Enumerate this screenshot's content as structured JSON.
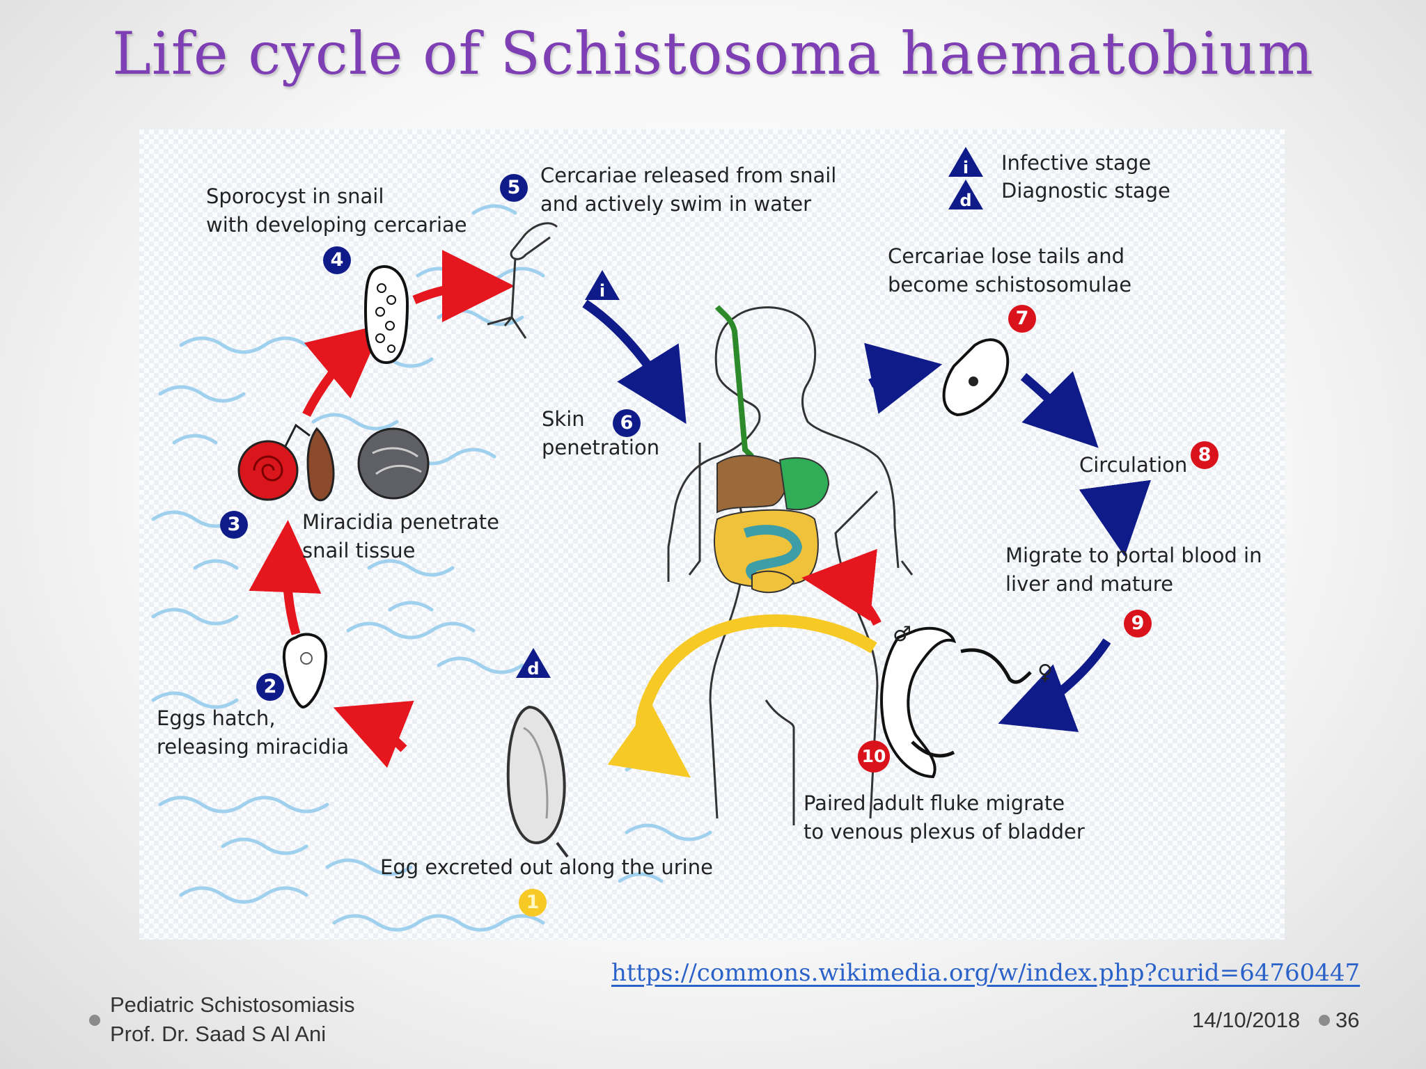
{
  "slide": {
    "title": "Life cycle of Schistosoma haematobium",
    "source_url": "https://commons.wikimedia.org/w/index.php?curid=64760447",
    "footer_line1": "Pediatric Schistosomiasis",
    "footer_line2": "Prof. Dr. Saad S Al Ani",
    "date": "14/10/2018",
    "page_number": "36"
  },
  "legend": {
    "infective_symbol": "i",
    "infective_label": "Infective stage",
    "diagnostic_symbol": "d",
    "diagnostic_label": "Diagnostic stage"
  },
  "stages": [
    {
      "num": "1",
      "lines": [
        "Egg excreted out along the urine"
      ]
    },
    {
      "num": "2",
      "lines": [
        "Eggs hatch,",
        "releasing miracidia"
      ]
    },
    {
      "num": "3",
      "lines": [
        "Miracidia penetrate",
        "snail tissue"
      ]
    },
    {
      "num": "4",
      "lines": [
        "Sporocyst in snail",
        "with developing cercariae"
      ]
    },
    {
      "num": "5",
      "lines": [
        "Cercariae released from snail",
        "and actively swim in water"
      ]
    },
    {
      "num": "6",
      "lines": [
        "Skin",
        "penetration"
      ]
    },
    {
      "num": "7",
      "lines": [
        "Cercariae lose tails and",
        "become schistosomulae"
      ]
    },
    {
      "num": "8",
      "lines": [
        "Circulation"
      ]
    },
    {
      "num": "9",
      "lines": [
        "Migrate to portal blood in",
        "liver and mature"
      ]
    },
    {
      "num": "10",
      "lines": [
        "Paired adult fluke migrate",
        "to venous plexus of bladder"
      ]
    }
  ],
  "colors": {
    "title": "#7d3fb3",
    "human_cycle": "#101b8a",
    "human_stage_badge": "#d9121b",
    "snail_cycle": "#e5161d",
    "egg_path": "#f6c925",
    "water": "#9fd1ee"
  },
  "symbols": {
    "male": "♂",
    "female": "♀"
  },
  "icons": [
    "human-body-icon",
    "snail-icon",
    "egg-icon",
    "miracidium-icon",
    "sporocyst-icon",
    "cercaria-icon",
    "schistosomulum-icon",
    "adult-fluke-pair-icon"
  ]
}
